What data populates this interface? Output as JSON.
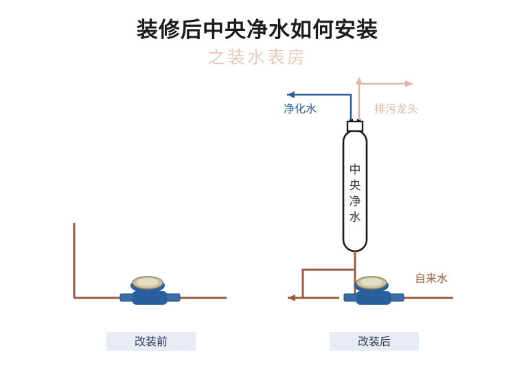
{
  "header": {
    "title": "装修后中央净水如何安装",
    "subtitle": "之装水表房"
  },
  "labels": {
    "purified_water": "净化水",
    "drain_faucet": "排污龙头",
    "tap_water": "自来水",
    "unit_text": "中央净水",
    "unit_chars": [
      "中",
      "央",
      "净",
      "水"
    ]
  },
  "captions": {
    "before": "改装前",
    "after": "改装后"
  },
  "colors": {
    "pipe_brown": "#9a5b3f",
    "blue_line": "#2d5f93",
    "pink_line": "#e3b5a5",
    "meter_body": "#2a5f9e",
    "meter_dial": "#d9cdb0",
    "caption_bg": "#e8edf5",
    "subtitle": "#e7c9bd"
  }
}
